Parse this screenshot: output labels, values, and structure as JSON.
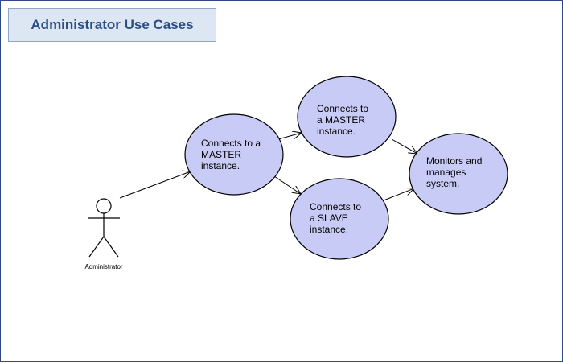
{
  "diagram": {
    "title": "Administrator Use Cases",
    "actor": {
      "label": "Administrator"
    },
    "use_cases": [
      {
        "id": "uc-master-1",
        "label": "Connects to a\nMASTER\ninstance."
      },
      {
        "id": "uc-master-2",
        "label": "Connects to\na MASTER\ninstance."
      },
      {
        "id": "uc-slave",
        "label": "Connects to\na SLAVE\ninstance."
      },
      {
        "id": "uc-monitor",
        "label": "Monitors and\nmanages\nsystem."
      }
    ],
    "colors": {
      "title_text": "#2a4f86",
      "title_background": "#dde7f3",
      "use_case_fill": "#c9cbf7",
      "border": "#2c4a86"
    }
  }
}
